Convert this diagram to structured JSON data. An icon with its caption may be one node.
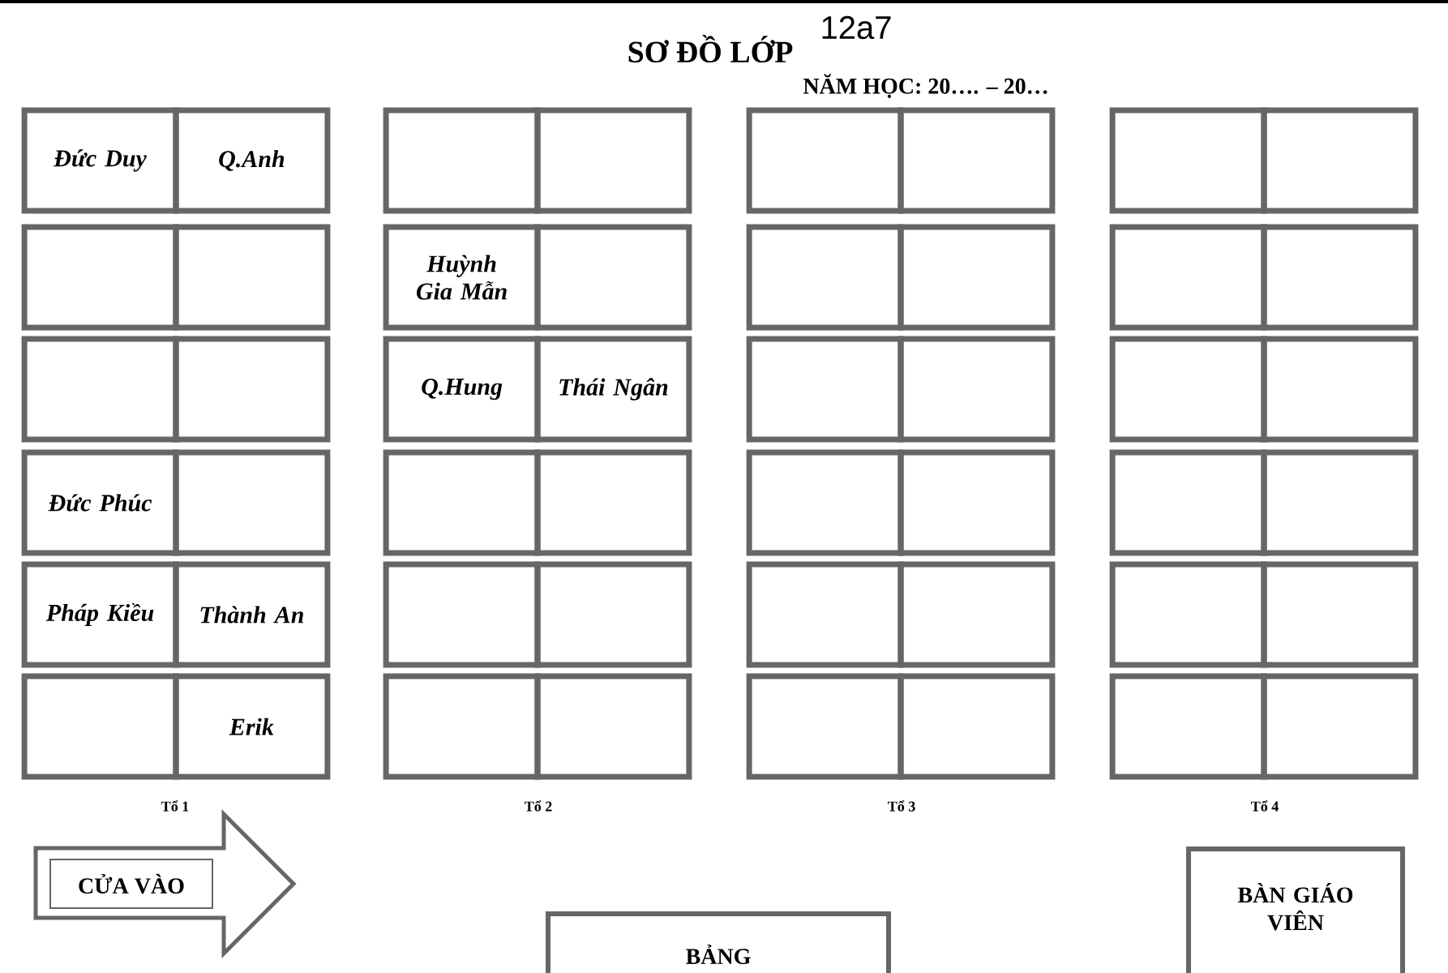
{
  "diagram": {
    "title": "SƠ ĐỒ LỚP",
    "nodes": [
      {
        "text": [
          "Đức Duy"
        ]
      },
      {
        "text": [
          "Q.Anh"
        ]
      },
      {
        "text": [],
        "shape": "box"
      },
      {
        "text": [],
        "shape": "box"
      },
      {
        "text": [],
        "shape": "box"
      },
      {
        "text": [],
        "shape": "box"
      },
      {
        "text": [],
        "shape": "box"
      },
      {
        "text": [],
        "shape": "box"
      },
      {
        "text": [],
        "shape": "box"
      },
      {
        "text": [],
        "shape": "box"
      },
      {
        "text": [
          "Huỳnh Gia Mẫn"
        ]
      },
      {
        "text": [],
        "shape": "box"
      },
      {
        "text": [],
        "shape": "box"
      },
      {
        "text": [],
        "shape": "box"
      },
      {
        "text": [],
        "shape": "box"
      },
      {
        "text": [],
        "shape": "box"
      },
      {
        "text": [],
        "shape": "box"
      },
      {
        "text": [],
        "shape": "box"
      },
      {
        "text": [
          "Q.Hung"
        ]
      },
      {
        "text": [
          "Thái Ngân"
        ]
      },
      {
        "text": [],
        "shape": "box"
      },
      {
        "text": [],
        "shape": "box"
      },
      {
        "text": [],
        "shape": "box"
      },
      {
        "text": [],
        "shape": "box"
      },
      {
        "text": [
          "Đức Phúc"
        ]
      },
      {
        "text": [],
        "shape": "box"
      },
      {
        "text": [],
        "shape": "box"
      },
      {
        "text": [],
        "shape": "box"
      },
      {
        "text": [],
        "shape": "box"
      },
      {
        "text": [],
        "shape": "box"
      },
      {
        "text": [],
        "shape": "box"
      },
      {
        "text": [],
        "shape": "box"
      },
      {
        "text": [
          "Pháp Kiều"
        ]
      },
      {
        "text": [
          "Thành An"
        ]
      },
      {
        "text": [],
        "shape": "box"
      },
      {
        "text": [],
        "shape": "box"
      },
      {
        "text": [],
        "shape": "box"
      },
      {
        "text": [],
        "shape": "box"
      },
      {
        "text": [],
        "shape": "box"
      },
      {
        "text": [],
        "shape": "box"
      },
      {
        "text": [],
        "shape": "box"
      },
      {
        "text": [
          "Erik"
        ]
      },
      {
        "text": [],
        "shape": "box"
      },
      {
        "text": [],
        "shape": "box"
      },
      {
        "text": [],
        "shape": "box"
      },
      {
        "text": [],
        "shape": "box"
      },
      {
        "text": [],
        "shape": "box"
      },
      {
        "text": [],
        "shape": "box"
      },
      {
        "text": [
          "CỬA VÀO"
        ]
      },
      {
        "text": [
          "BẢNG"
        ]
      },
      {
        "text": [
          "BÀN GIÁO VIÊN"
        ]
      }
    ],
    "labels": [
      "12a7",
      "NĂM HỌC: 20…. – 20…",
      "Tổ 1",
      "Tổ 2",
      "Tổ 3",
      "Tổ 4"
    ]
  }
}
